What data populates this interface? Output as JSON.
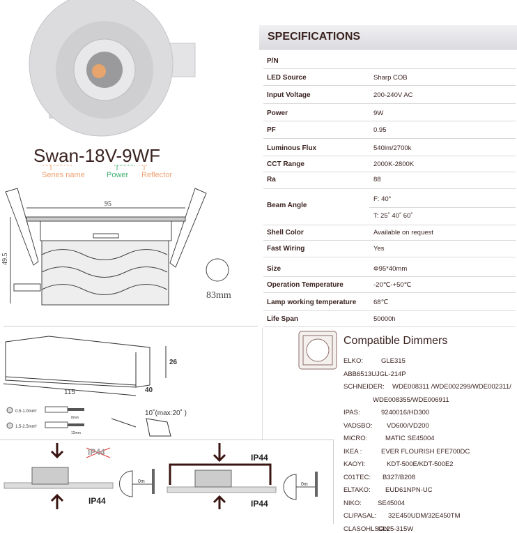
{
  "product": {
    "model": "Swan-18V-9WF",
    "series_label": "Series name",
    "power_label": "Power",
    "reflector_label": "Reflector",
    "colors": {
      "series": "#f0a070",
      "power": "#40b070",
      "reflector": "#f0a070"
    }
  },
  "drawing": {
    "width_dim": "95",
    "height_dim": "49.5",
    "cutout": "83mm",
    "driver_length": "115",
    "driver_depth": "40",
    "driver_height": "26",
    "wire1": "0.5-1.0mm²",
    "wire1_strip": "8mm",
    "wire2": "1.5-2.5mm²",
    "wire2_strip": "12mm",
    "angle": "10˚(max:20˚ )"
  },
  "ip": {
    "crossed": "IP44",
    "left_bottom": "IP44",
    "right_top": "IP44",
    "right_bottom": "IP44",
    "distance": "0m"
  },
  "specifications": {
    "title": "SPECIFICATIONS",
    "rows": [
      {
        "label": "P/N",
        "value": ""
      },
      {
        "label": "LED Source",
        "value": "Sharp COB"
      },
      {
        "label": "Input Voltage",
        "value": "200-240V AC"
      },
      {
        "label": "Power",
        "value": "9W"
      },
      {
        "label": "PF",
        "value": "0.95"
      },
      {
        "label": "Luminous Flux",
        "value": "540lm/2700k"
      },
      {
        "label": "CCT Range",
        "value": "2000K-2800K"
      },
      {
        "label": "Ra",
        "value": "88"
      },
      {
        "label": "Beam Angle",
        "value": "F: 40°",
        "value2": "T:  25˚   40˚  60˚"
      },
      {
        "label": "Shell Color",
        "value": "Available on request"
      },
      {
        "label": "Fast Wiring",
        "value": "Yes"
      },
      {
        "label": "Size",
        "value": "Φ95*40mm"
      },
      {
        "label": "Operation Temperature",
        "value": "-20℃-+50℃"
      },
      {
        "label": "Lamp working temperature",
        "value": "68℃"
      },
      {
        "label": "Life Span",
        "value": "50000h"
      }
    ]
  },
  "dimmers": {
    "title": "Compatible Dimmers",
    "items": [
      {
        "brand": "ELKO:",
        "model": "GLE315"
      },
      {
        "brand": "ABB:",
        "model": "6513UJGL-214P"
      },
      {
        "brand": "SCHNEIDER:",
        "model": "WDE008311 /WDE002299/WDE002311/"
      },
      {
        "brand": "",
        "model": "WDE008355/WDE006911"
      },
      {
        "brand": "IPAS:",
        "model": "9240016/HD300"
      },
      {
        "brand": "VADSBO:",
        "model": "VD600/VD200"
      },
      {
        "brand": "MICRO:",
        "model": "MATIC SE45004"
      },
      {
        "brand": "IKEA :",
        "model": "EVER FLOURISH EFE700DC"
      },
      {
        "brand": "KAOYI:",
        "model": "KDT-500E/KDT-500E2"
      },
      {
        "brand": "C01TEC:",
        "model": "B327/B208"
      },
      {
        "brand": "ELTAKO:",
        "model": "EUD61NPN-UC"
      },
      {
        "brand": "NIKO:",
        "model": "SE45004"
      },
      {
        "brand": "CLIPASAL:",
        "model": "32E450UDM/32E450TM"
      },
      {
        "brand": "CLASOHLSON:",
        "model": "GL25-315W"
      }
    ]
  }
}
